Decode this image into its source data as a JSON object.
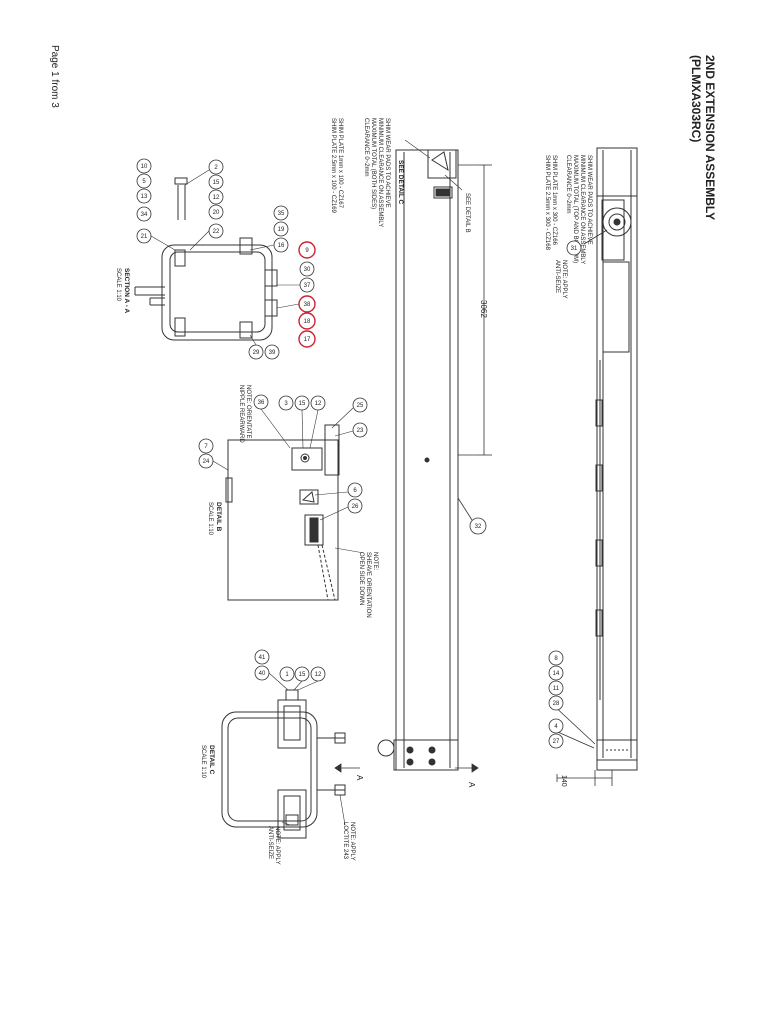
{
  "title": "2ND EXTENSION ASSEMBLY",
  "subtitle": "(PLMXA303RC)",
  "page_label": "Page 1 from 3",
  "notes": {
    "shim_top": [
      "SHIM WEAR PADS TO ACHIEVE",
      "MINIMUM CLEARANCE ON ASSEMBLY",
      "MAXIMUM TOTAL (TOP AND BOTTOM)",
      "CLEARANCE 0~2mm"
    ],
    "shim_top_plates": [
      "SHIM PLATE 1mm x 300 - CZ166",
      "SHIM PLATE 2.5mm x 300 - CZ168"
    ],
    "shim_side": [
      "SHIM WEAR PADS TO ACHIEVE",
      "MINIMUM CLEARANCE ON ASSEMBLY",
      "MAXIMUM TOTAL (BOTH SIDES)",
      "CLEARANCE 0~2mm"
    ],
    "shim_side_plates": [
      "SHIM PLATE 1mm x 100 - CZ167",
      "SHIM PLATE 2.5mm x 100 - CZ169"
    ],
    "anti_seize_1": [
      "NOTE: APPLY",
      "ANTI-SEIZE"
    ],
    "nipple": [
      "NOTE: ORIENTATE",
      "NIPPLE REARWARD"
    ],
    "sheave": [
      "NOTE:",
      "SHEAVE ORIENTATION",
      "OPEN SIDE DOWN"
    ],
    "loctite": [
      "NOTE: APPLY",
      "LOCTITE 243"
    ],
    "anti_seize_2": [
      "NOTE: APPLY",
      "ANTI-SEIZE"
    ]
  },
  "views": {
    "see_detail_c": "SEE DETAIL C",
    "see_detail_b": "SEE DETAIL B",
    "section_aa": "SECTION A - A",
    "section_aa_scale": "SCALE 1:10",
    "detail_b": "DETAIL B",
    "detail_b_scale": "SCALE 1:10",
    "detail_c": "DETAIL C",
    "detail_c_scale": "SCALE 1:10"
  },
  "dimensions": {
    "length": "3062",
    "end_offset": "140"
  },
  "section_marks": [
    "A",
    "A"
  ],
  "balloons": {
    "top_31": "31",
    "top_32": "32",
    "top_8": "8",
    "top_14": "14",
    "top_11": "11",
    "top_28": "28",
    "top_4": "4",
    "top_27": "27",
    "sec_2": "2",
    "sec_15": "15",
    "sec_12": "12",
    "sec_20": "20",
    "sec_22": "22",
    "sec_10": "10",
    "sec_5": "5",
    "sec_13": "13",
    "sec_34": "34",
    "sec_21": "21",
    "sec_35": "35",
    "sec_19": "19",
    "sec_16": "16",
    "sec_9": "9",
    "sec_30": "30",
    "sec_37": "37",
    "sec_38": "38",
    "sec_18": "18",
    "sec_17": "17",
    "sec_29": "29",
    "sec_39": "39",
    "db_36": "36",
    "db_3": "3",
    "db_15": "15",
    "db_12": "12",
    "db_25": "25",
    "db_23": "23",
    "db_6": "6",
    "db_26": "26",
    "db_7": "7",
    "db_24": "24",
    "dc_41": "41",
    "dc_40": "40",
    "dc_1": "1",
    "dc_15": "15",
    "dc_12": "12"
  },
  "highlight_color": "#cc2233",
  "line_color": "#333333"
}
